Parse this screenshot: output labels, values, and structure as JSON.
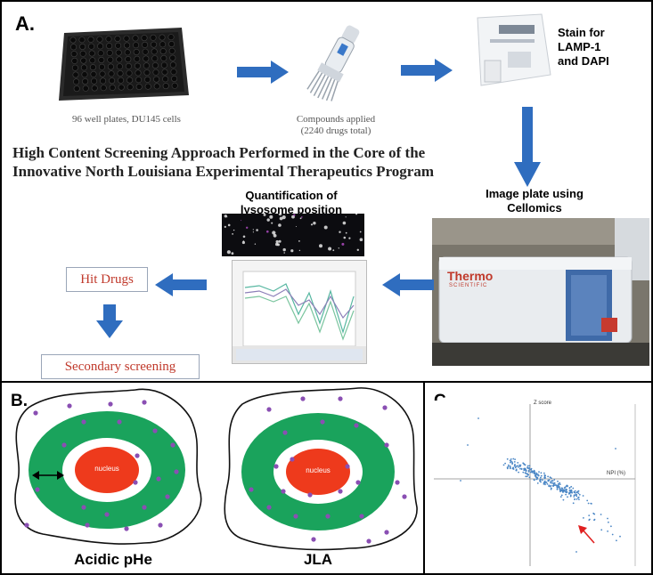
{
  "panel_a": {
    "label": "A.",
    "stain_text_1": "Stain for",
    "stain_text_2": "LAMP-1",
    "stain_text_3": "and DAPI",
    "caption_plates": "96 well plates, DU145 cells",
    "caption_compounds_1": "Compounds applied",
    "caption_compounds_2": "(2240 drugs total)",
    "heading_line_1": "High Content Screening Approach Performed in the Core of the",
    "heading_line_2": "Innovative North Louisiana Experimental Therapeutics Program",
    "quant_text_1": "Quantification of",
    "quant_text_2": "lysosome position",
    "image_plate_text_1": "Image plate using",
    "image_plate_text_2": "Cellomics",
    "hit_drugs": "Hit Drugs",
    "secondary_screening": "Secondary screening",
    "instrument_brand": "Thermo",
    "instrument_brand_sub": "SCIENTIFIC",
    "arrow_color": "#2f6dbf"
  },
  "panel_b": {
    "label": "B.",
    "nucleus_label_left": "nucleus",
    "nucleus_label_right": "nucleus",
    "caption_left": "Acidic pHe",
    "caption_right": "JLA",
    "ring_color": "#1aa35c",
    "nucleus_color": "#ee3a1c",
    "lysosome_color": "#8a4fb3"
  },
  "panel_c": {
    "label": "C.",
    "y_axis_label": "Z score",
    "x_axis_label": "NPI (%)",
    "point_color": "#4a86c5",
    "arrow_color": "#e02020"
  }
}
